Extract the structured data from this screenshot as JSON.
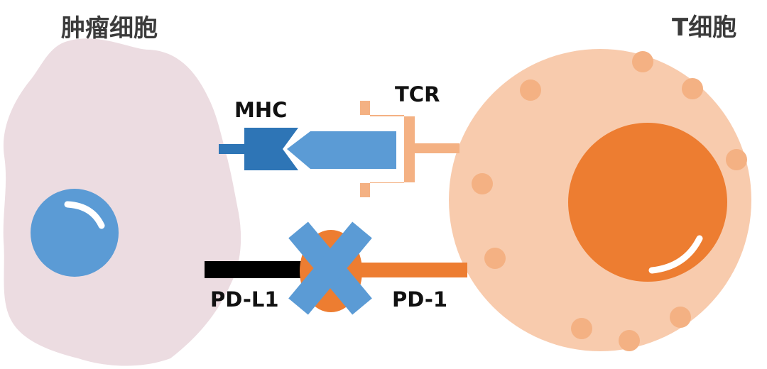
{
  "labels": {
    "tumor_cell": "肿瘤细胞",
    "t_cell": "T细胞",
    "mhc": "MHC",
    "tcr": "TCR",
    "pd_l1": "PD-L1",
    "pd_1": "PD-1"
  },
  "colors": {
    "tumor_body": "#ecdce1",
    "tumor_nucleus": "#5b9bd5",
    "t_cell_body": "#f8cbad",
    "t_cell_nucleus": "#ed7d31",
    "t_cell_granule": "#f4b183",
    "mhc": "#2e75b6",
    "antigen": "#5b9bd5",
    "tcr": "#f4b183",
    "pd_l1": "#000000",
    "pd_1": "#ed7d31",
    "block_x": "#5b9bd5"
  }
}
